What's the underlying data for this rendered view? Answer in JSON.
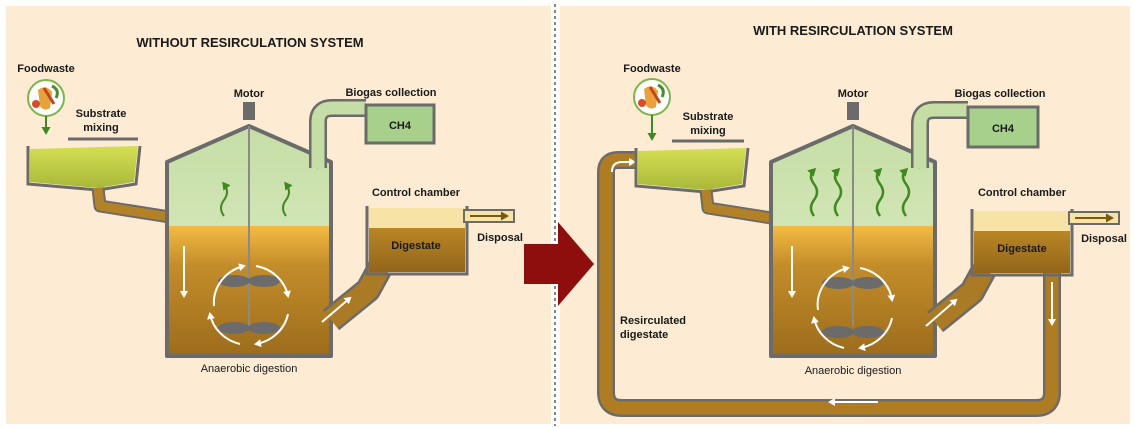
{
  "left_panel": {
    "title": "WITHOUT RESIRCULATION SYSTEM",
    "labels": {
      "foodwaste": "Foodwaste",
      "substrate_line1": "Substrate",
      "substrate_line2": "mixing",
      "motor": "Motor",
      "biogas": "Biogas collection",
      "ch4": "CH4",
      "control": "Control chamber",
      "digestate": "Digestate",
      "disposal": "Disposal",
      "anaerobic": "Anaerobic digestion"
    }
  },
  "right_panel": {
    "title": "WITH RESIRCULATION SYSTEM",
    "labels": {
      "foodwaste": "Foodwaste",
      "substrate_line1": "Substrate",
      "substrate_line2": "mixing",
      "motor": "Motor",
      "biogas": "Biogas collection",
      "ch4": "CH4",
      "control": "Control chamber",
      "digestate": "Digestate",
      "disposal": "Disposal",
      "anaerobic": "Anaerobic digestion",
      "resirc_line1": "Resirculated",
      "resirc_line2": "digestate"
    }
  },
  "colors": {
    "panel_bg": "#fdebd3",
    "outline": "#6b6b6b",
    "gas": "#c7dfa8",
    "gas_light": "#ddedc6",
    "digestate_dark": "#a2721e",
    "digestate_top": "#f1b83f",
    "feed": "#c9d64a",
    "big_arrow": "#8e0e0e",
    "bubble": "#3f8a1e",
    "ch4_box": "#a7d08c",
    "cream": "#f6e3a5"
  }
}
